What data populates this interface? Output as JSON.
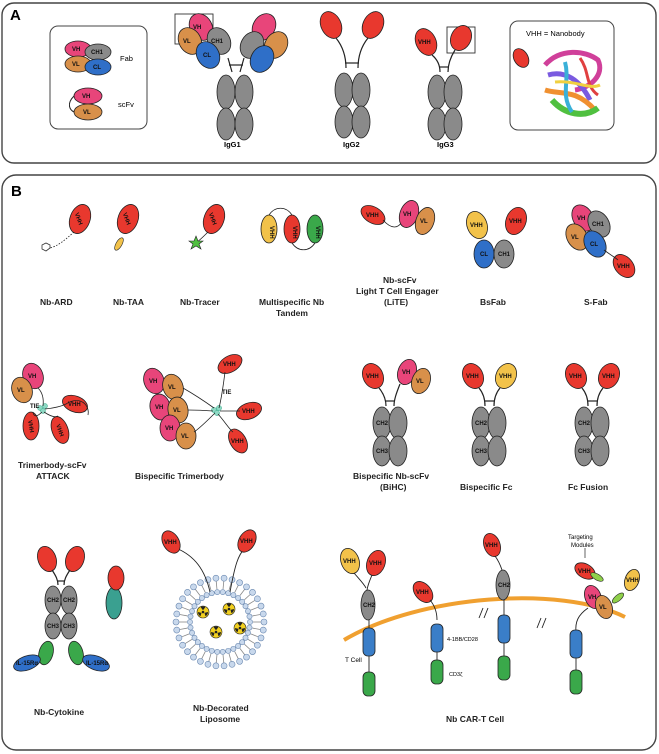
{
  "panelA": {
    "letter": "A",
    "legend_fab": "Fab",
    "legend_scfv": "scFv",
    "igg1": "IgG1",
    "igg2": "IgG2",
    "igg3": "IgG3",
    "nanobody_title": "VHH = Nanobody"
  },
  "panelB": {
    "letter": "B",
    "nb_ard": "Nb-ARD",
    "nb_taa": "Nb-TAA",
    "nb_tracer": "Nb-Tracer",
    "multi_1": "Multispecific Nb",
    "multi_2": "Tandem",
    "lite_1": "Nb-scFv",
    "lite_2": "Light T Cell Engager",
    "lite_3": "(LiTE)",
    "bsfab": "BsFab",
    "sfab": "S-Fab",
    "tri_1": "Trimerbody-scFv",
    "tri_2": "ATTACK",
    "bitri": "Bispecific Trimerbody",
    "bihc_1": "Bispecific Nb-scFv",
    "bihc_2": "(BiHC)",
    "bifc": "Bispecific Fc",
    "fcfusion": "Fc Fusion",
    "cytokine": "Nb-Cytokine",
    "lipo_1": "Nb-Decorated",
    "lipo_2": "Liposome",
    "cart": "Nb CAR-T Cell",
    "tie": "TIE",
    "tcell": "T Cell",
    "costim": "4-1BB/CD28",
    "cd3z": "CD3ζ",
    "targeting_1": "Targeting",
    "targeting_2": "Modules"
  },
  "domains": {
    "vh": "VH",
    "vl": "VL",
    "ch1": "CH1",
    "cl": "CL",
    "ch2": "CH2",
    "ch3": "CH3",
    "vhh": "VHH",
    "il": "IL-15Rα"
  },
  "colors": {
    "vhh": "#e8382e",
    "vh": "#e8457a",
    "vl": "#d8904a",
    "const": "#8a8a8a",
    "cl": "#2f6fc8",
    "green": "#3aa84a",
    "yellow": "#f2c24a",
    "teal": "#3aa090",
    "blue": "#3a7ec8",
    "membrane": "#f0a030"
  }
}
